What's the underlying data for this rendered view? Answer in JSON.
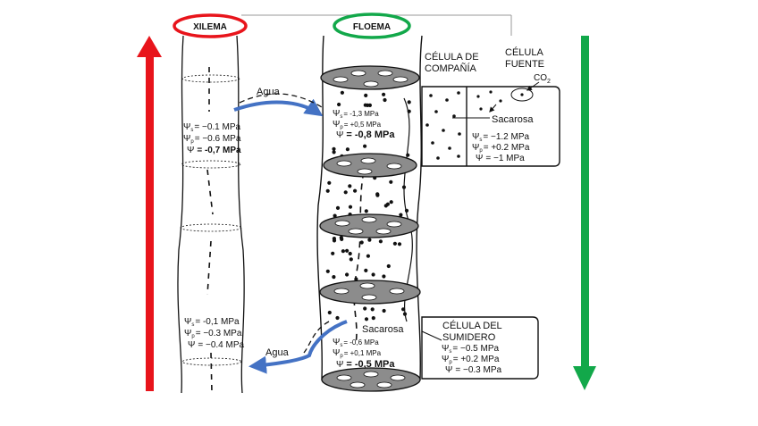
{
  "labels": {
    "xylem_title": "XILEMA",
    "phloem_title": "FLOEMA",
    "companion_cell": [
      "CÉLULA DE",
      "COMPAÑÍA"
    ],
    "source_cell": [
      "CÉLULA",
      "FUENTE"
    ],
    "co2": "CO",
    "co2_sub": "2",
    "sucrose_top": "Sacarosa",
    "sucrose_bottom": "Sacarosa",
    "sink_cell": [
      "CÉLULA DEL",
      "SUMIDERO"
    ],
    "water_top": "Agua",
    "water_bottom": "Agua"
  },
  "potentials": {
    "xylem_top": {
      "s": "= −0.1 MPa",
      "p": "= −0.6 MPa",
      "w": "= -0,7 MPa"
    },
    "phloem_top": {
      "s": "=   -1,3 MPa",
      "p": "=  +0,5 MPa",
      "w": "= -0,8 MPa"
    },
    "source": {
      "s": "= −1.2 MPa",
      "p": "= +0.2 MPa",
      "w": "= −1 MPa"
    },
    "xylem_bottom": {
      "s": "= -0,1 MPa",
      "p": "= −0.3 MPa",
      "w": "= −0.4 MPa"
    },
    "phloem_bottom": {
      "s": "=    -0,6 MPa",
      "p": "=  +0,1 MPa",
      "w": "= -0,5 MPa"
    },
    "sink": {
      "s": "= −0.5 MPa",
      "p": "= +0.2 MPa",
      "w": "= −0.3 MPa"
    }
  },
  "symbols": {
    "psi": "Ψ",
    "sub_s": "s",
    "sub_p": "p"
  },
  "colors": {
    "xylem_accent": "#e8141b",
    "phloem_accent": "#12a84a",
    "water_arrow": "#4472c4",
    "plate": "#8c8c8c",
    "ink": "#111111"
  }
}
